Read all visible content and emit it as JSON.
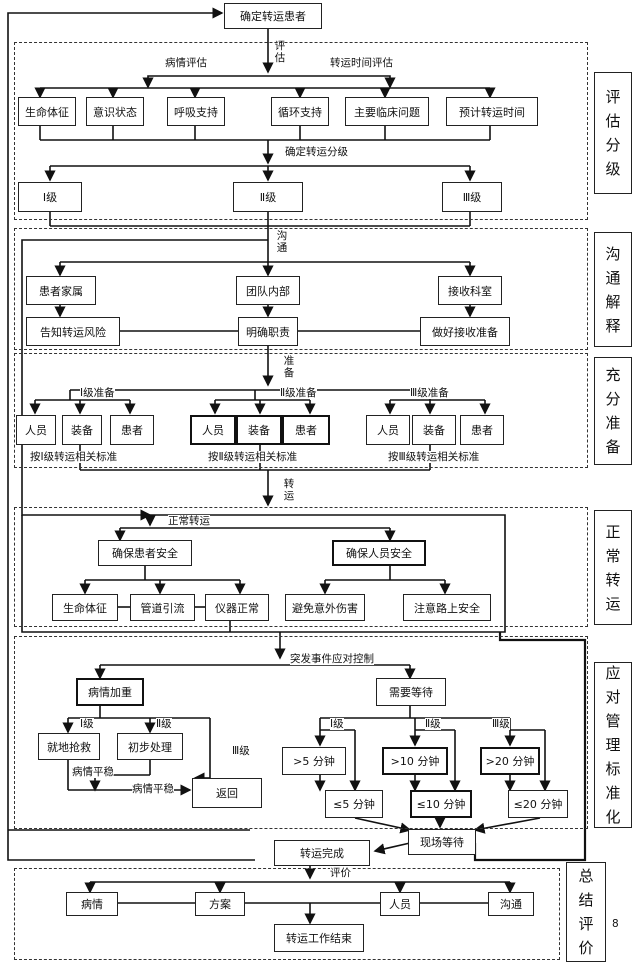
{
  "top": {
    "start": "确定转运患者",
    "eval_edge": "评估",
    "left_label": "病情评估",
    "right_label": "转运时间评估"
  },
  "assessment": {
    "items": [
      "生命体征",
      "意识状态",
      "呼吸支持",
      "循环支持",
      "主要临床问题",
      "预计转运时间"
    ],
    "grade_label": "确定转运分级",
    "grades": [
      "Ⅰ级",
      "Ⅱ级",
      "Ⅲ级"
    ]
  },
  "communication": {
    "edge": "沟通",
    "targets": [
      "患者家属",
      "团队内部",
      "接收科室"
    ],
    "actions": [
      "告知转运风险",
      "明确职责",
      "做好接收准备"
    ]
  },
  "preparation": {
    "edge": "准备",
    "groups": [
      {
        "title": "Ⅰ级准备",
        "items": [
          "人员",
          "装备",
          "患者"
        ],
        "standard": "按Ⅰ级转运相关标准"
      },
      {
        "title": "Ⅱ级准备",
        "items": [
          "人员",
          "装备",
          "患者"
        ],
        "standard": "按Ⅱ级转运相关标准"
      },
      {
        "title": "Ⅲ级准备",
        "items": [
          "人员",
          "装备",
          "患者"
        ],
        "standard": "按Ⅲ级转运相关标准"
      }
    ]
  },
  "transport": {
    "edge": "转运",
    "label": "正常转运",
    "patient": "确保患者安全",
    "staff": "确保人员安全",
    "patient_items": [
      "生命体征",
      "管道引流",
      "仪器正常"
    ],
    "staff_items": [
      "避免意外伤害",
      "注意路上安全"
    ]
  },
  "emergency": {
    "label": "突发事件应对控制",
    "worse": "病情加重",
    "g1": "Ⅰ级",
    "g2": "Ⅱ级",
    "g3": "Ⅲ级",
    "rescue": "就地抢救",
    "initial": "初步处理",
    "stable1": "病情平稳",
    "stable2": "病情平稳",
    "return": "返回",
    "wait": "需要等待",
    "w_g1": "Ⅰ级",
    "w_g2": "Ⅱ级",
    "w_g3": "Ⅲ级",
    "gt": [
      ">5 分钟",
      ">10 分钟",
      ">20 分钟"
    ],
    "le": [
      "≤5 分钟",
      "≤10 分钟",
      "≤20 分钟"
    ],
    "onsite": "现场等待"
  },
  "summary": {
    "done": "转运完成",
    "edge": "评价",
    "items": [
      "病情",
      "方案",
      "人员",
      "沟通"
    ],
    "end": "转运工作结束",
    "page": "8"
  },
  "sides": [
    "评估分级",
    "沟通解释",
    "充分准备",
    "正常转运",
    "应对管理标准化",
    "总结评价"
  ]
}
